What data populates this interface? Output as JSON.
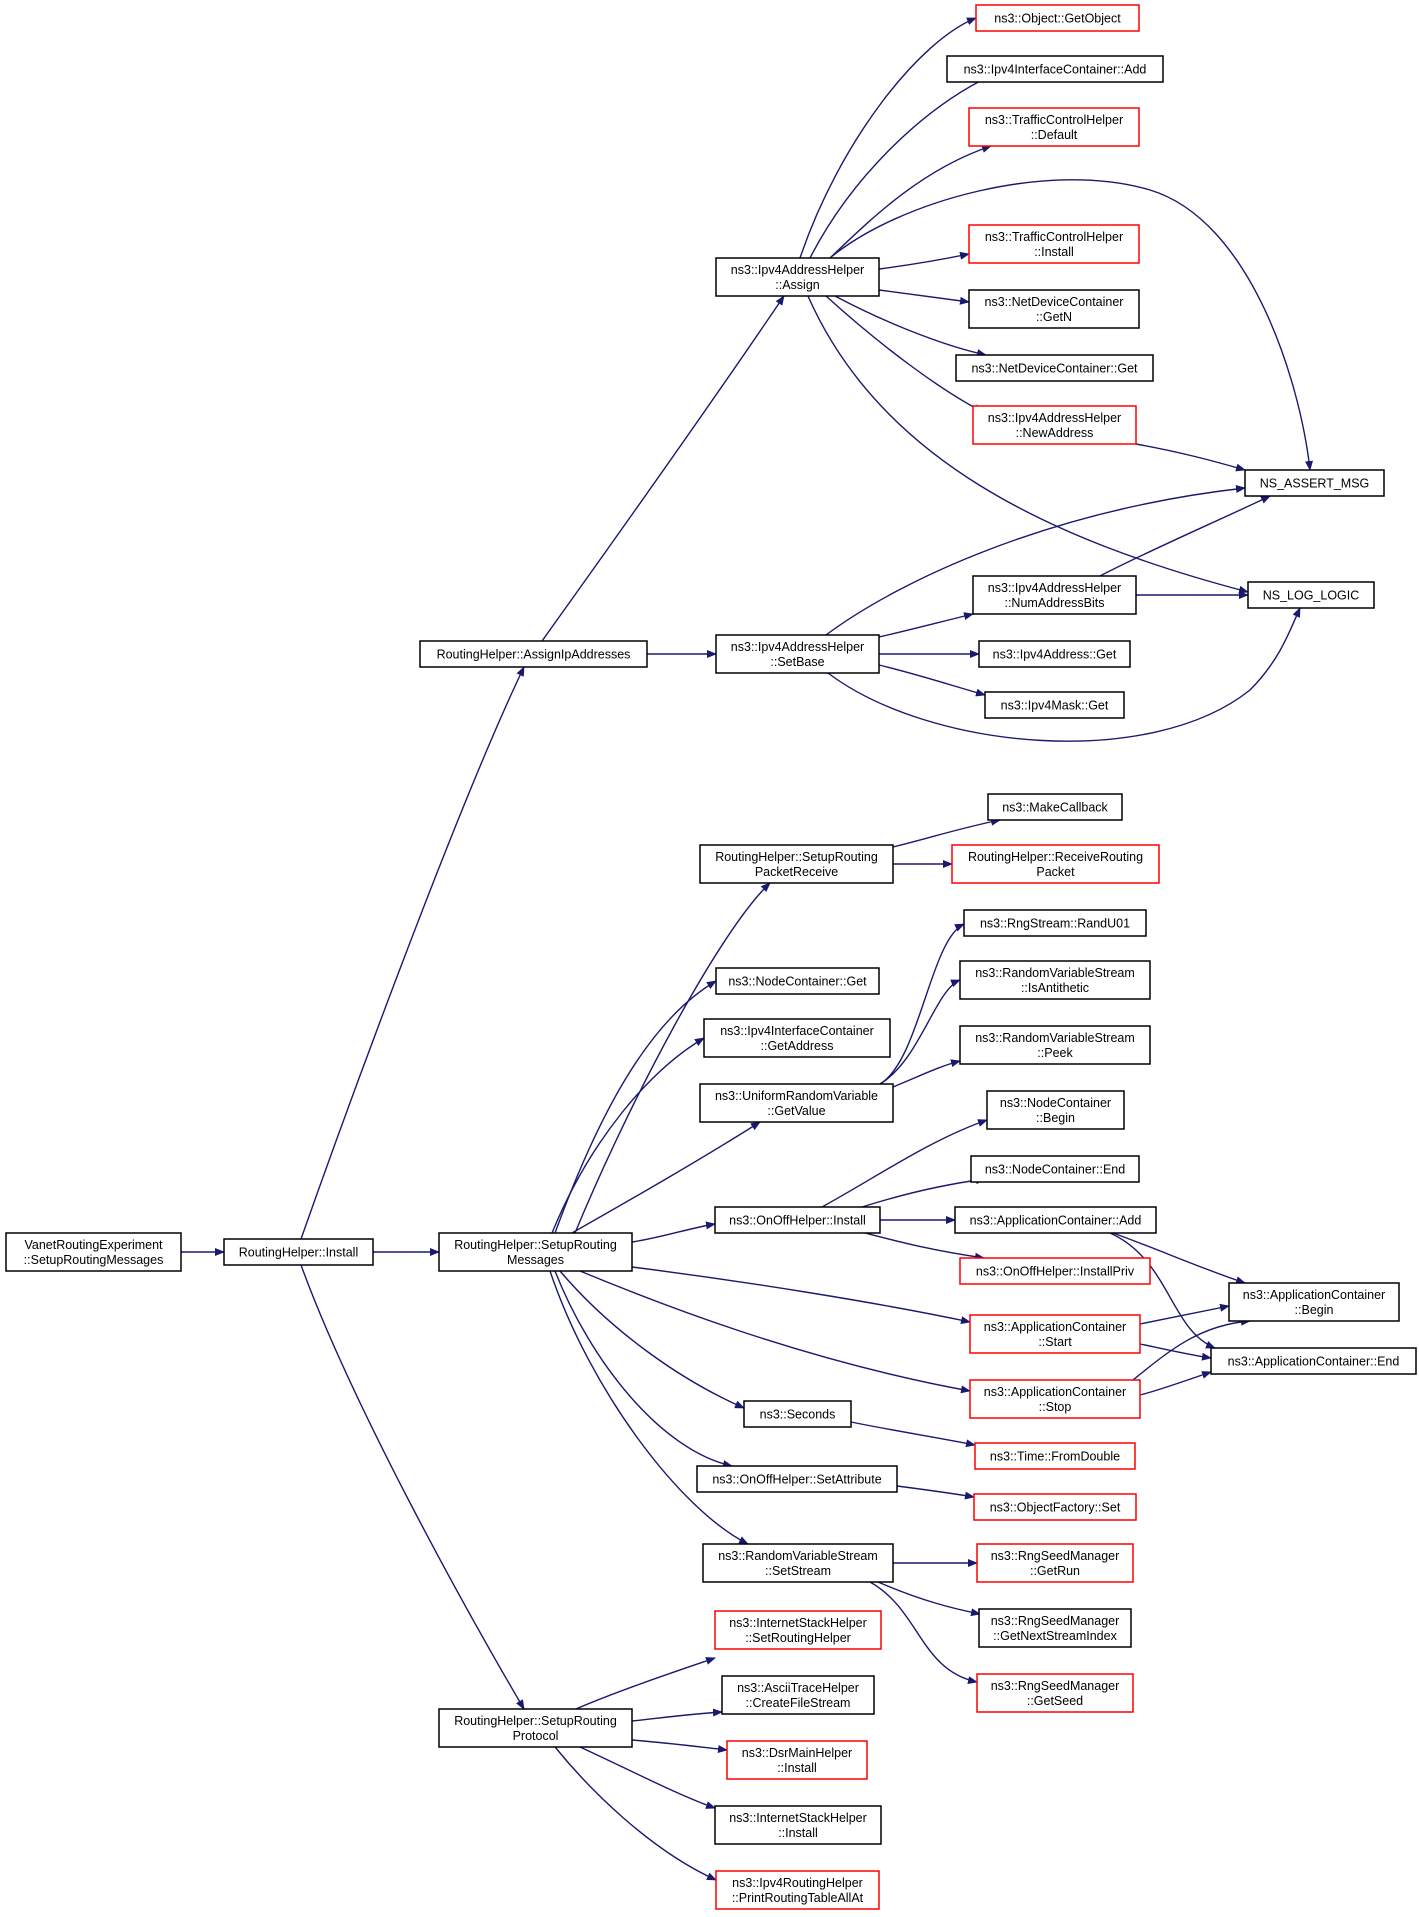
{
  "colors": {
    "edge": "#191970",
    "border_default": "#000000",
    "border_truncated": "#ff0000",
    "root_fill": "#bfbfbf",
    "background": "#ffffff"
  },
  "nodes": {
    "vanet": {
      "lines": [
        "VanetRoutingExperiment",
        "::SetupRoutingMessages"
      ],
      "border": "black",
      "root": true
    },
    "rh_install": {
      "lines": [
        "RoutingHelper::Install"
      ],
      "border": "black"
    },
    "rh_assignip": {
      "lines": [
        "RoutingHelper::AssignIpAddresses"
      ],
      "border": "black"
    },
    "rh_setupmsgs": {
      "lines": [
        "RoutingHelper::SetupRouting",
        "Messages"
      ],
      "border": "black"
    },
    "rh_setupproto": {
      "lines": [
        "RoutingHelper::SetupRouting",
        "Protocol"
      ],
      "border": "black"
    },
    "ipv4ah_assign": {
      "lines": [
        "ns3::Ipv4AddressHelper",
        "::Assign"
      ],
      "border": "black"
    },
    "ipv4ah_setbase": {
      "lines": [
        "ns3::Ipv4AddressHelper",
        "::SetBase"
      ],
      "border": "black"
    },
    "object_getobject": {
      "lines": [
        "ns3::Object::GetObject"
      ],
      "border": "red"
    },
    "ipv4ic_add": {
      "lines": [
        "ns3::Ipv4InterfaceContainer::Add"
      ],
      "border": "black"
    },
    "tch_default": {
      "lines": [
        "ns3::TrafficControlHelper",
        "::Default"
      ],
      "border": "red"
    },
    "tch_install": {
      "lines": [
        "ns3::TrafficControlHelper",
        "::Install"
      ],
      "border": "red"
    },
    "ndc_getn": {
      "lines": [
        "ns3::NetDeviceContainer",
        "::GetN"
      ],
      "border": "black"
    },
    "ndc_get": {
      "lines": [
        "ns3::NetDeviceContainer::Get"
      ],
      "border": "black"
    },
    "ipv4ah_newaddress": {
      "lines": [
        "ns3::Ipv4AddressHelper",
        "::NewAddress"
      ],
      "border": "red"
    },
    "ns_assert_msg": {
      "lines": [
        "NS_ASSERT_MSG"
      ],
      "border": "black"
    },
    "ns_log_logic": {
      "lines": [
        "NS_LOG_LOGIC"
      ],
      "border": "black"
    },
    "ipv4ah_numaddrbits": {
      "lines": [
        "ns3::Ipv4AddressHelper",
        "::NumAddressBits"
      ],
      "border": "black"
    },
    "ipv4addr_get": {
      "lines": [
        "ns3::Ipv4Address::Get"
      ],
      "border": "black"
    },
    "ipv4mask_get": {
      "lines": [
        "ns3::Ipv4Mask::Get"
      ],
      "border": "black"
    },
    "rh_setuprecv": {
      "lines": [
        "RoutingHelper::SetupRouting",
        "PacketReceive"
      ],
      "border": "black"
    },
    "makecallback": {
      "lines": [
        "ns3::MakeCallback"
      ],
      "border": "black"
    },
    "rh_recvpacket": {
      "lines": [
        "RoutingHelper::ReceiveRouting",
        "Packet"
      ],
      "border": "red"
    },
    "nc_get": {
      "lines": [
        "ns3::NodeContainer::Get"
      ],
      "border": "black"
    },
    "ipv4ic_getaddress": {
      "lines": [
        "ns3::Ipv4InterfaceContainer",
        "::GetAddress"
      ],
      "border": "black"
    },
    "urv_getvalue": {
      "lines": [
        "ns3::UniformRandomVariable",
        "::GetValue"
      ],
      "border": "black"
    },
    "rng_randu01": {
      "lines": [
        "ns3::RngStream::RandU01"
      ],
      "border": "black"
    },
    "rvs_isantithetic": {
      "lines": [
        "ns3::RandomVariableStream",
        "::IsAntithetic"
      ],
      "border": "black"
    },
    "rvs_peek": {
      "lines": [
        "ns3::RandomVariableStream",
        "::Peek"
      ],
      "border": "black"
    },
    "nc_begin": {
      "lines": [
        "ns3::NodeContainer",
        "::Begin"
      ],
      "border": "black"
    },
    "nc_end": {
      "lines": [
        "ns3::NodeContainer::End"
      ],
      "border": "black"
    },
    "onoff_install": {
      "lines": [
        "ns3::OnOffHelper::Install"
      ],
      "border": "black"
    },
    "ac_add": {
      "lines": [
        "ns3::ApplicationContainer::Add"
      ],
      "border": "black"
    },
    "onoff_installpriv": {
      "lines": [
        "ns3::OnOffHelper::InstallPriv"
      ],
      "border": "red"
    },
    "ac_begin": {
      "lines": [
        "ns3::ApplicationContainer",
        "::Begin"
      ],
      "border": "black"
    },
    "ac_start": {
      "lines": [
        "ns3::ApplicationContainer",
        "::Start"
      ],
      "border": "red"
    },
    "ac_end": {
      "lines": [
        "ns3::ApplicationContainer::End"
      ],
      "border": "black"
    },
    "ac_stop": {
      "lines": [
        "ns3::ApplicationContainer",
        "::Stop"
      ],
      "border": "red"
    },
    "seconds": {
      "lines": [
        "ns3::Seconds"
      ],
      "border": "black"
    },
    "time_fromdouble": {
      "lines": [
        "ns3::Time::FromDouble"
      ],
      "border": "red"
    },
    "onoff_setattr": {
      "lines": [
        "ns3::OnOffHelper::SetAttribute"
      ],
      "border": "black"
    },
    "objfactory_set": {
      "lines": [
        "ns3::ObjectFactory::Set"
      ],
      "border": "red"
    },
    "rvs_setstream": {
      "lines": [
        "ns3::RandomVariableStream",
        "::SetStream"
      ],
      "border": "black"
    },
    "rsm_getrun": {
      "lines": [
        "ns3::RngSeedManager",
        "::GetRun"
      ],
      "border": "red"
    },
    "rsm_getnextstream": {
      "lines": [
        "ns3::RngSeedManager",
        "::GetNextStreamIndex"
      ],
      "border": "black"
    },
    "rsm_getseed": {
      "lines": [
        "ns3::RngSeedManager",
        "::GetSeed"
      ],
      "border": "red"
    },
    "ish_setrouting": {
      "lines": [
        "ns3::InternetStackHelper",
        "::SetRoutingHelper"
      ],
      "border": "red"
    },
    "ath_createfile": {
      "lines": [
        "ns3::AsciiTraceHelper",
        "::CreateFileStream"
      ],
      "border": "black"
    },
    "dsr_install": {
      "lines": [
        "ns3::DsrMainHelper",
        "::Install"
      ],
      "border": "red"
    },
    "ish_install": {
      "lines": [
        "ns3::InternetStackHelper",
        "::Install"
      ],
      "border": "black"
    },
    "ipv4rh_print": {
      "lines": [
        "ns3::Ipv4RoutingHelper",
        "::PrintRoutingTableAllAt"
      ],
      "border": "red"
    }
  }
}
